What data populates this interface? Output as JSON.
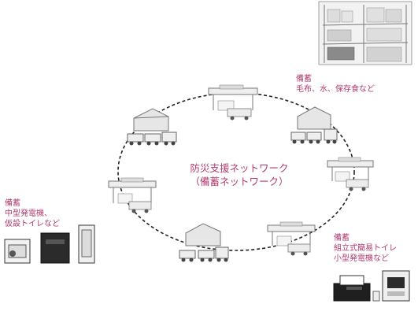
{
  "center": {
    "line1": "防災支援ネットワーク",
    "line2": "（備蓄ネットワーク）"
  },
  "labels": {
    "top_right": {
      "title": "備蓄",
      "items": "毛布、水、保存食など"
    },
    "left": {
      "title": "備蓄",
      "line1": "中型発電機、",
      "line2": "仮設トイレなど"
    },
    "bottom_right": {
      "title": "備蓄",
      "line1": "組立式簡易トイレ",
      "line2": "小型発電機など"
    }
  },
  "colors": {
    "label_text": "#b03a6f",
    "line_art": "#6f6f6f",
    "fill_light": "#eeeeee",
    "fill_dark": "#2b2b2b"
  }
}
